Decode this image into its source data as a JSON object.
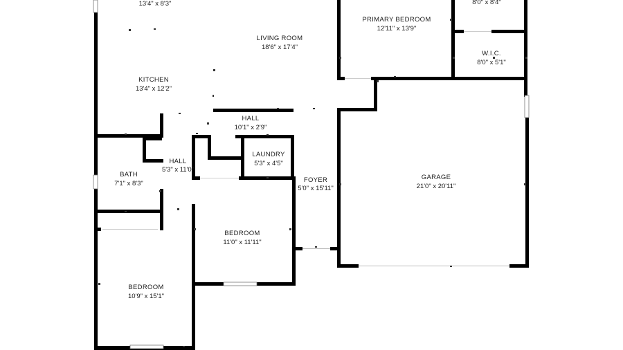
{
  "rooms": {
    "top_left": {
      "name": "",
      "dims": "13'4\" x 8'3\""
    },
    "top_right": {
      "name": "",
      "dims": "8'0\" x 8'4\""
    },
    "living_room": {
      "name": "LIVING ROOM",
      "dims": "18'6\" x 17'4\""
    },
    "kitchen": {
      "name": "KITCHEN",
      "dims": "13'4\" x 12'2\""
    },
    "primary_bedroom": {
      "name": "PRIMARY BEDROOM",
      "dims": "12'11\" x 13'9\""
    },
    "wic": {
      "name": "W.I.C.",
      "dims": "8'0\" x 5'1\""
    },
    "hall_upper": {
      "name": "HALL",
      "dims": "10'1\" x 2'9\""
    },
    "hall_lower": {
      "name": "HALL",
      "dims": "5'3\" x 11'0\""
    },
    "laundry": {
      "name": "LAUNDRY",
      "dims": "5'3\" x 4'5\""
    },
    "bath": {
      "name": "BATH",
      "dims": "7'1\" x 8'3\""
    },
    "foyer": {
      "name": "FOYER",
      "dims": "5'0\" x 15'11\""
    },
    "garage": {
      "name": "GARAGE",
      "dims": "21'0\" x 20'11\""
    },
    "bedroom_center": {
      "name": "BEDROOM",
      "dims": "11'0\" x 11'11\""
    },
    "bedroom_left": {
      "name": "BEDROOM",
      "dims": "10'9\" x 15'1\""
    }
  },
  "colors": {
    "wall": "#000000",
    "background": "#ffffff",
    "text": "#1a1a1a"
  }
}
